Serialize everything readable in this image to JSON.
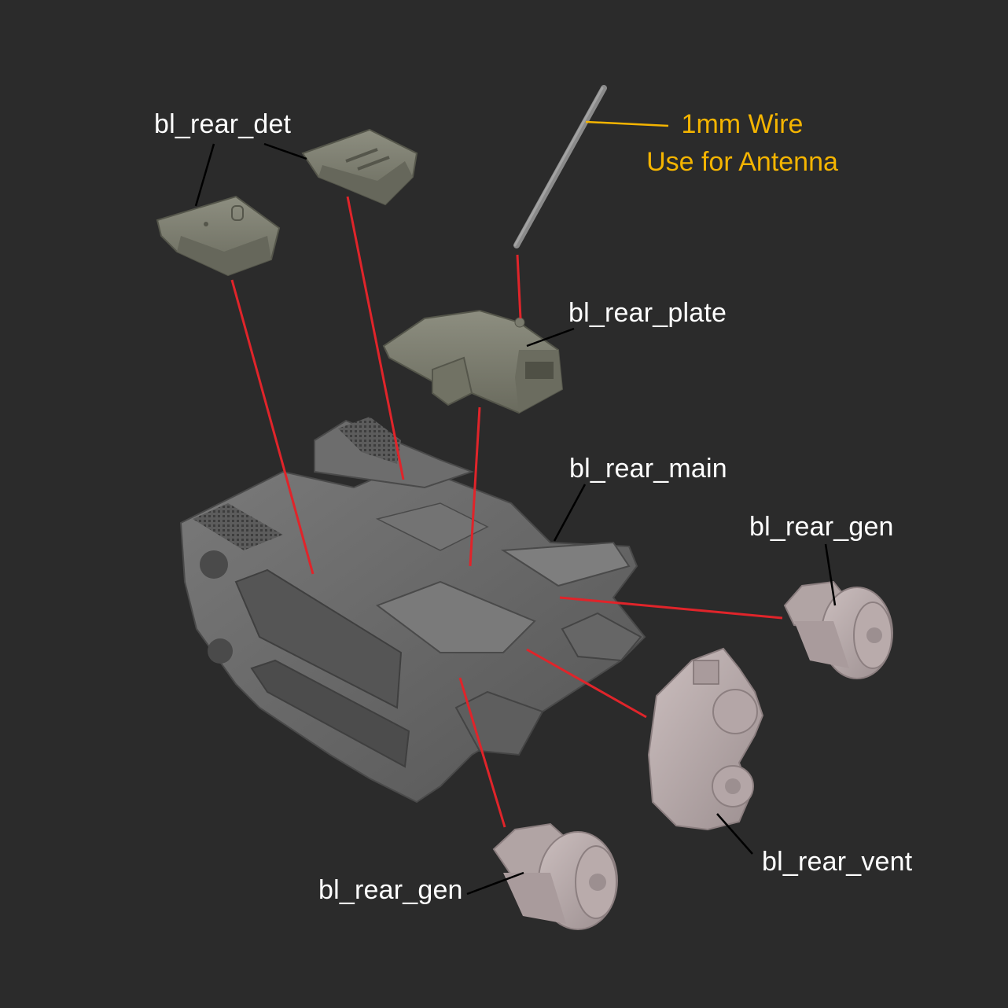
{
  "labels": {
    "rear_det": "bl_rear_det",
    "rear_plate": "bl_rear_plate",
    "rear_main": "bl_rear_main",
    "rear_gen_right": "bl_rear_gen",
    "rear_gen_bottom": "bl_rear_gen",
    "rear_vent": "bl_rear_vent"
  },
  "note": {
    "line1": "1mm Wire",
    "line2": "Use for Antenna"
  },
  "colors": {
    "background": "#2b2b2b",
    "label_text": "#ffffff",
    "note_text": "#f4b400",
    "assembly_line": "#e0242a",
    "leader_line": "#000000",
    "part_green": "#7f8071",
    "part_grey": "#6f6f6f",
    "part_pink": "#bfb2b2"
  }
}
